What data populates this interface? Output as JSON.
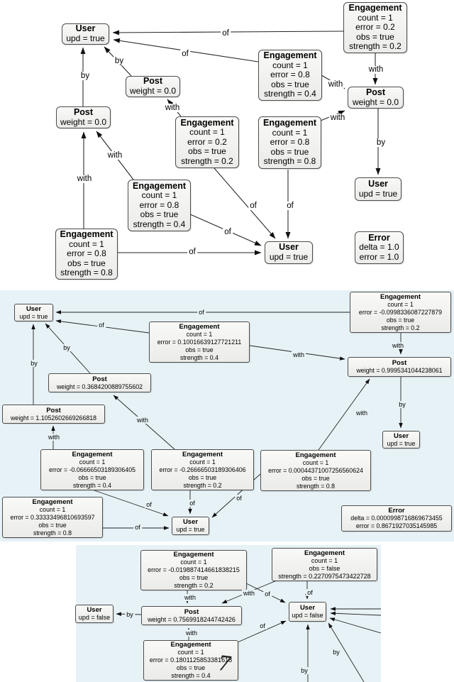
{
  "edge_labels": {
    "of": "of",
    "by": "by",
    "with": "with"
  },
  "annotation": {
    "mark": "7"
  },
  "panels": {
    "top": {
      "nodes": {
        "user_tl": {
          "title": "User",
          "lines": [
            "upd = true"
          ]
        },
        "eng_tr": {
          "title": "Engagement",
          "lines": [
            "count = 1",
            "error = 0.2",
            "obs = true",
            "strength = 0.2"
          ]
        },
        "post_top": {
          "title": "Post",
          "lines": [
            "weight = 0.0"
          ]
        },
        "eng_mid": {
          "title": "Engagement",
          "lines": [
            "count = 1",
            "error = 0.8",
            "obs = true",
            "strength = 0.4"
          ]
        },
        "post_right": {
          "title": "Post",
          "lines": [
            "weight = 0.0"
          ]
        },
        "post_left": {
          "title": "Post",
          "lines": [
            "weight = 0.0"
          ]
        },
        "eng_center": {
          "title": "Engagement",
          "lines": [
            "count = 1",
            "error = 0.2",
            "obs = true",
            "strength = 0.2"
          ]
        },
        "eng_cright": {
          "title": "Engagement",
          "lines": [
            "count = 1",
            "error = 0.8",
            "obs = true",
            "strength = 0.8"
          ]
        },
        "eng_cleft": {
          "title": "Engagement",
          "lines": [
            "count = 1",
            "error = 0.8",
            "obs = true",
            "strength = 0.4"
          ]
        },
        "user_right": {
          "title": "User",
          "lines": [
            "upd = true"
          ]
        },
        "eng_bleft": {
          "title": "Engagement",
          "lines": [
            "count = 1",
            "error = 0.8",
            "obs = true",
            "strength = 0.8"
          ]
        },
        "user_bottom": {
          "title": "User",
          "lines": [
            "upd = true"
          ]
        },
        "error": {
          "title": "Error",
          "lines": [
            "delta = 1.0",
            "error = 1.0"
          ]
        }
      }
    },
    "middle": {
      "nodes": {
        "user_tl": {
          "title": "User",
          "lines": [
            "upd = true"
          ]
        },
        "eng1": {
          "title": "Engagement",
          "lines": [
            "count = 1",
            "error = 0.10016639127721211",
            "obs = true",
            "strength = 0.4"
          ]
        },
        "eng2": {
          "title": "Engagement",
          "lines": [
            "count = 1",
            "error = -0.0998336087227879",
            "obs = true",
            "strength = 0.2"
          ]
        },
        "post_right": {
          "title": "Post",
          "lines": [
            "weight = 0.9995341044238061"
          ]
        },
        "post_center": {
          "title": "Post",
          "lines": [
            "weight = 0.3684200889755602"
          ]
        },
        "post_left": {
          "title": "Post",
          "lines": [
            "weight = 1.1052602669266818"
          ]
        },
        "eng3": {
          "title": "Engagement",
          "lines": [
            "count = 1",
            "error = -0.06666503189306405",
            "obs = true",
            "strength = 0.4"
          ]
        },
        "eng4": {
          "title": "Engagement",
          "lines": [
            "count = 1",
            "error = -0.26666503189306406",
            "obs = true",
            "strength = 0.2"
          ]
        },
        "eng5": {
          "title": "Engagement",
          "lines": [
            "count = 1",
            "error = 0.00044371007256560624",
            "obs = true",
            "strength = 0.8"
          ]
        },
        "eng6": {
          "title": "Engagement",
          "lines": [
            "count = 1",
            "error = 0.33333496810693597",
            "obs = true",
            "strength = 0.8"
          ]
        },
        "user_right": {
          "title": "User",
          "lines": [
            "upd = true"
          ]
        },
        "user_bottom": {
          "title": "User",
          "lines": [
            "upd = true"
          ]
        },
        "error": {
          "title": "Error",
          "lines": [
            "delta = 0.0000998716869673455",
            "error = 0.8671927035145985"
          ]
        }
      }
    },
    "bottom": {
      "nodes": {
        "eng_b1": {
          "title": "Engagement",
          "lines": [
            "count = 1",
            "error = -0.019887414661838215",
            "obs = true",
            "strength = 0.2"
          ]
        },
        "eng_b2": {
          "title": "Engagement",
          "lines": [
            "count = 1",
            "obs = false",
            "strength = 0.2270975473422728"
          ]
        },
        "user_bl": {
          "title": "User",
          "lines": [
            "upd = false"
          ]
        },
        "post_b": {
          "title": "Post",
          "lines": [
            "weight = 0.7569918244742426"
          ]
        },
        "user_br": {
          "title": "User",
          "lines": [
            "upd = false"
          ]
        },
        "eng_b3": {
          "title": "Engagement",
          "lines": [
            "count = 1",
            "error = 0.1801125853381618",
            "obs = true",
            "strength = 0.4"
          ]
        }
      }
    }
  }
}
